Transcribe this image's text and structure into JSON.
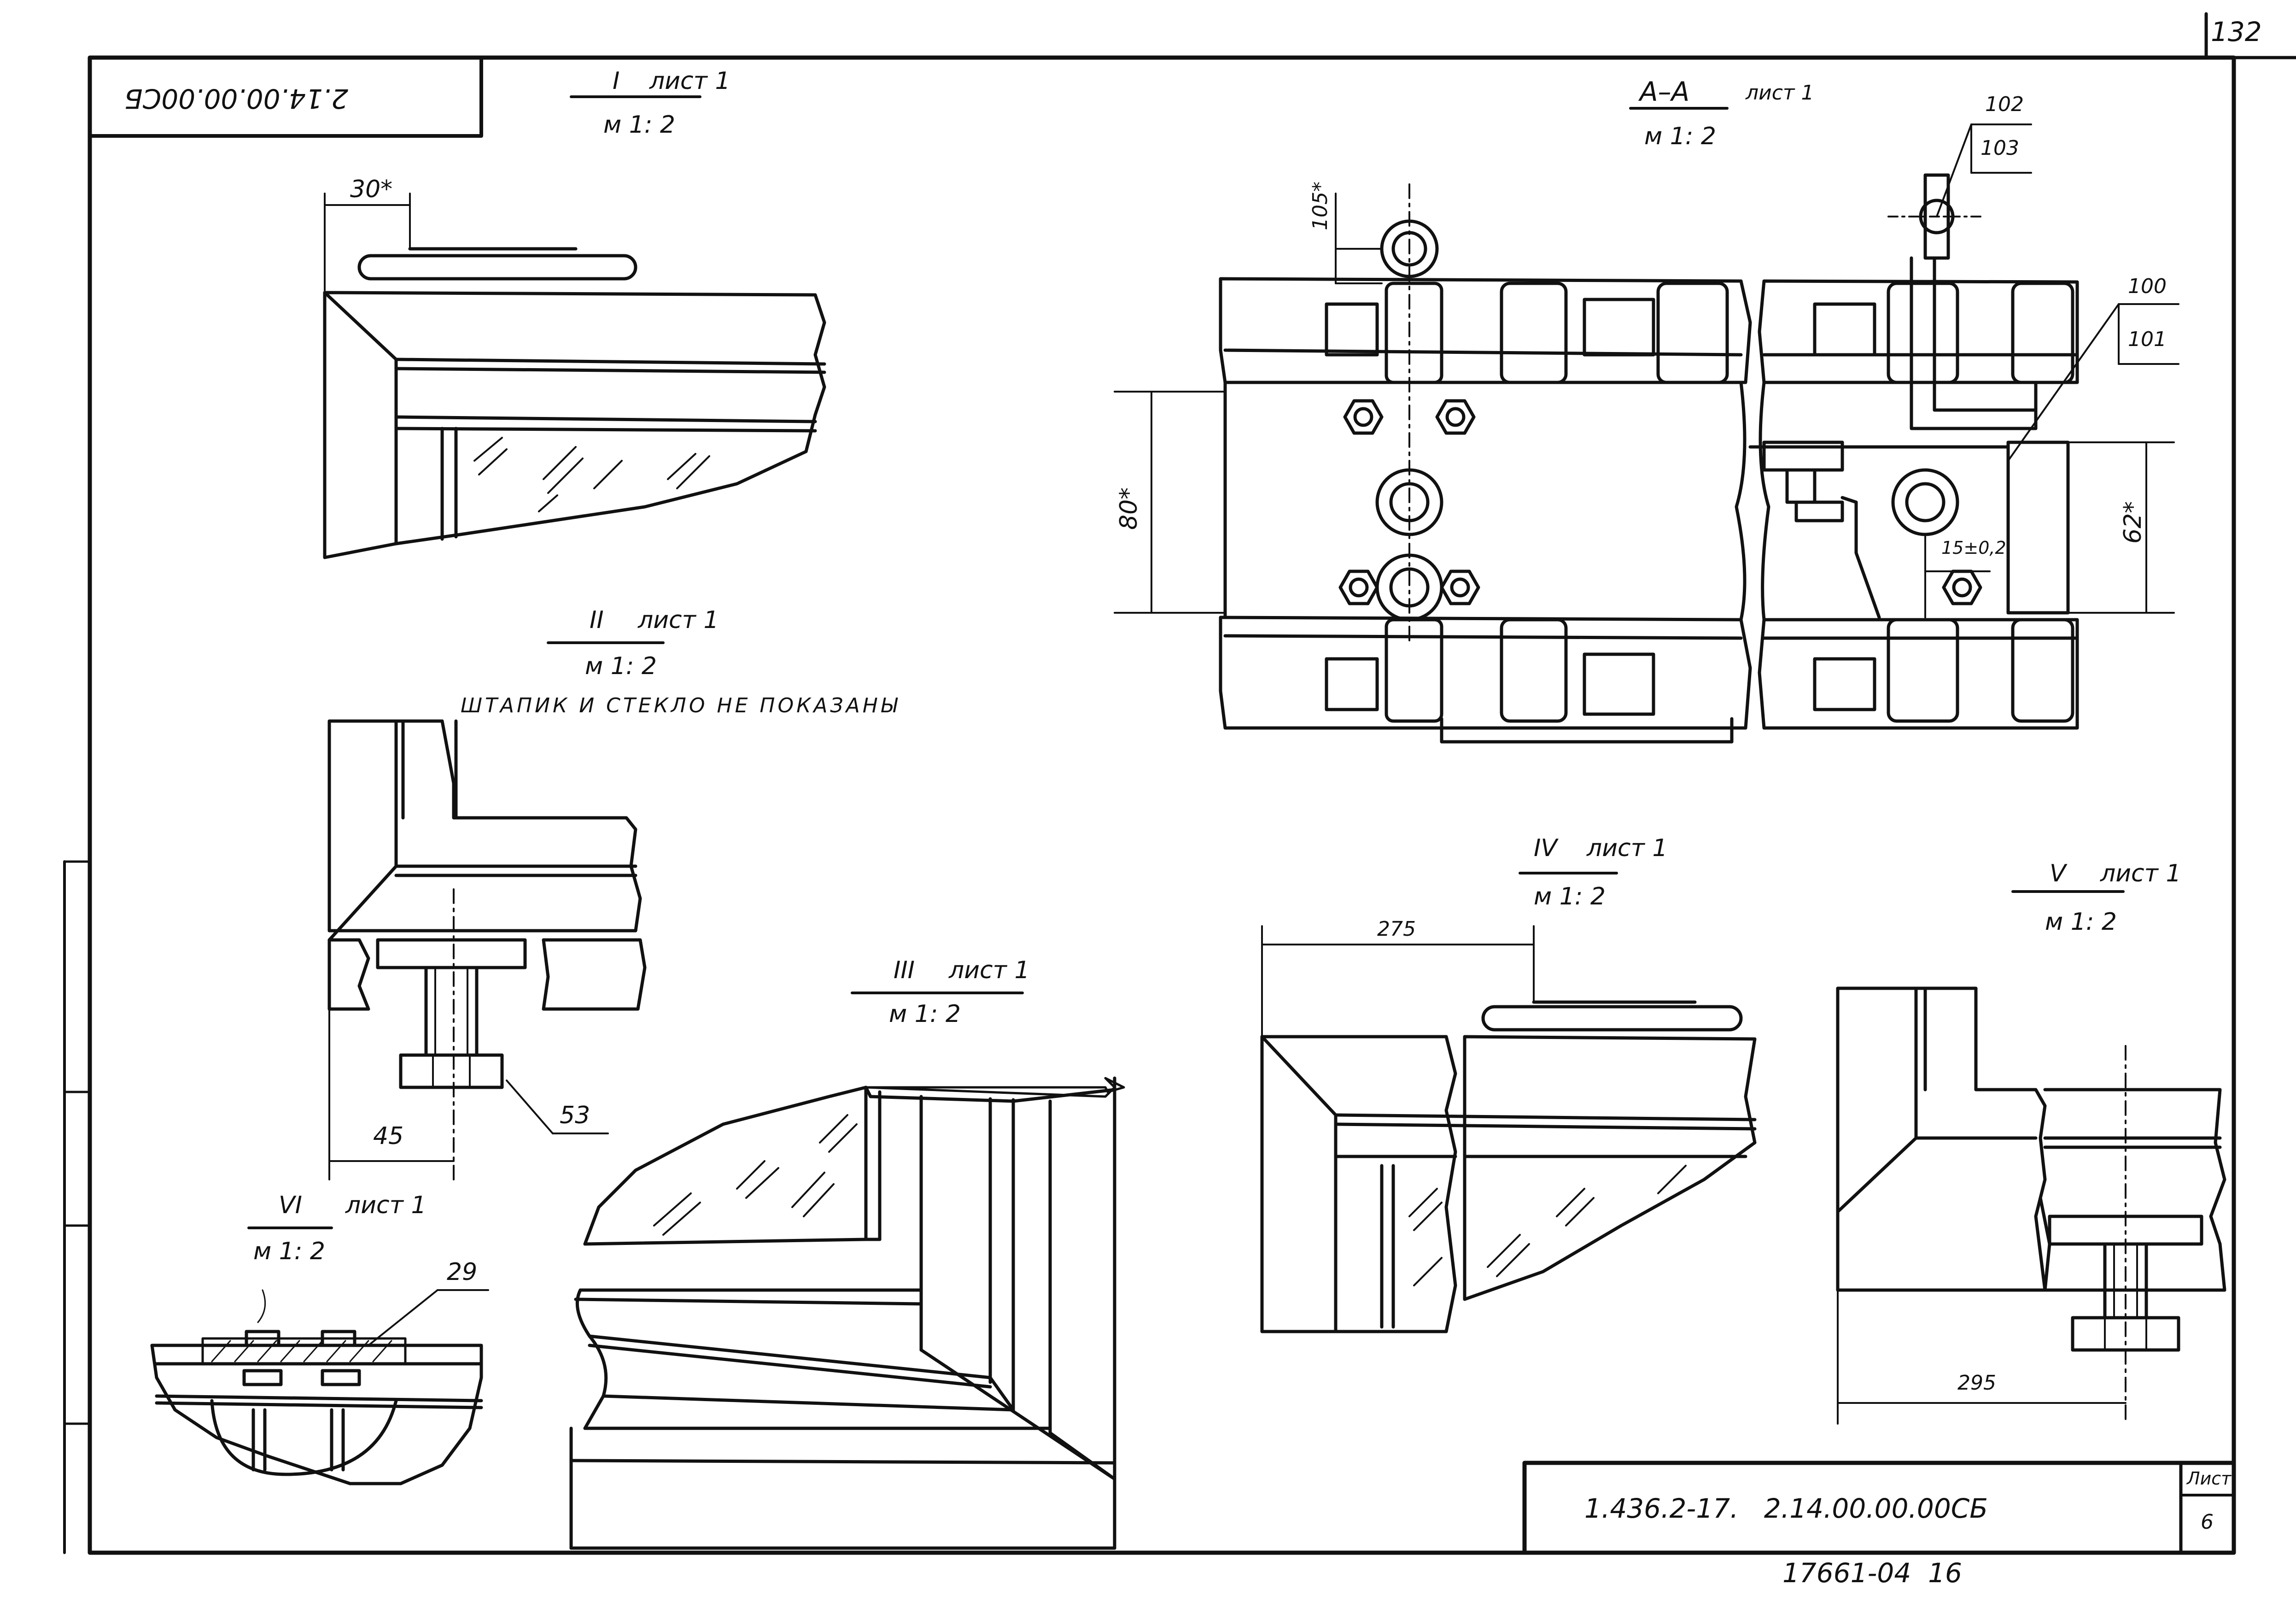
{
  "sheet_number": "132",
  "code_box": {
    "text": "2.14.00.00.00СБ"
  },
  "views": {
    "view_I": {
      "title": "I",
      "sheet_ref": "лист 1",
      "scale": "м 1: 2"
    },
    "view_II": {
      "title": "II",
      "sheet_ref": "лист 1",
      "scale": "м 1: 2",
      "note": "Штапик и стекло не показаны"
    },
    "view_III": {
      "title": "III",
      "sheet_ref": "лист 1",
      "scale": "м 1: 2"
    },
    "view_IV": {
      "title": "IV",
      "sheet_ref": "лист 1",
      "scale": "м 1: 2"
    },
    "view_V": {
      "title": "V",
      "sheet_ref": "лист 1",
      "scale": "м 1: 2"
    },
    "view_VI": {
      "title": "VI",
      "sheet_ref": "лист 1",
      "scale": "м 1: 2"
    },
    "section_AA": {
      "title": "А–А",
      "sheet_ref": "лист 1",
      "scale": "м 1: 2"
    }
  },
  "dimensions": {
    "d30": "30*",
    "d45": "45",
    "d105": "105*",
    "d80": "80*",
    "d62": "62*",
    "d15": "15±0,2",
    "d275": "275",
    "d295": "295"
  },
  "callouts": {
    "c53": "53",
    "c29": "29",
    "c100": "100",
    "c101": "101",
    "c102": "102",
    "c103": "103"
  },
  "title_block": {
    "designation": "1.436.2-17.   2.14.00.00.00СБ",
    "sheet_label": "Лист",
    "sheet_value": "6"
  },
  "bottom_note": "17661-04  16",
  "colors": {
    "ink": "#111111",
    "paper": "#ffffff"
  }
}
